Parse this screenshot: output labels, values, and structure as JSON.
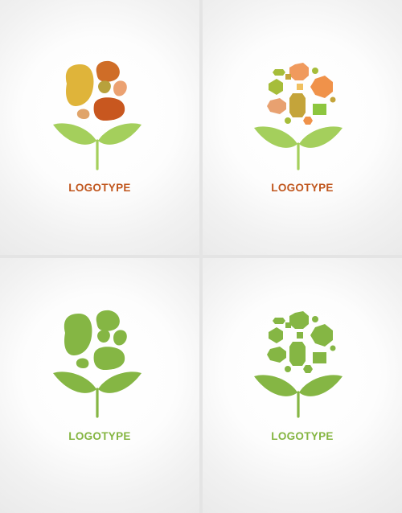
{
  "logos": [
    {
      "label": "LOGOTYPE",
      "variant": "organic-color",
      "text_color": "#c0561d",
      "colors": {
        "leaf": "#a4cf5c",
        "stone1": "#dfb43a",
        "stone2": "#cf6d27",
        "stone3": "#b8a13c",
        "stone4": "#eba171",
        "stone5": "#c8571f",
        "stone6": "#e0a46a"
      }
    },
    {
      "label": "LOGOTYPE",
      "variant": "geometric-color",
      "text_color": "#c0561d",
      "colors": {
        "leaf": "#a4cf5c",
        "stone1": "#f09a5d",
        "stone2": "#8dc63f",
        "stone3": "#c4a43a",
        "stone4": "#e8a170",
        "stone5": "#f0924a",
        "stone6": "#a6bd3a"
      }
    },
    {
      "label": "LOGOTYPE",
      "variant": "organic-mono",
      "text_color": "#84b541",
      "colors": {
        "leaf": "#85b644"
      }
    },
    {
      "label": "LOGOTYPE",
      "variant": "geometric-mono",
      "text_color": "#84b541",
      "colors": {
        "leaf": "#85b644"
      }
    }
  ]
}
